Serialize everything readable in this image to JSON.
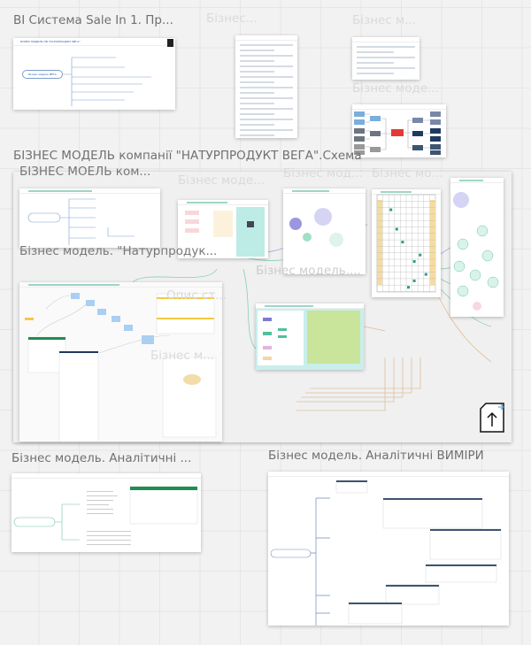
{
  "board": {
    "frames": [
      {
        "title": "BI Система Sale In 1. Пр...",
        "header": "БІЗНЕС МОДЕЛЬ НВ \"НАТУРПРОДУКТ ВЕГА\"",
        "node": "Бізнес модель ВЕГА"
      },
      {
        "title": "Бізнес..."
      },
      {
        "title": "Бізнес м..."
      },
      {
        "title": "Бізнес моде..."
      },
      {
        "title": "БІЗНЕС МОДЕЛЬ компанії \"НАТУРПРОДУКТ ВЕГА\".Схема"
      },
      {
        "title": "БІЗНЕС МОЕЛЬ ком..."
      },
      {
        "title": "Бізнес модель. \"Натурпродук..."
      },
      {
        "title": "Бізнес моде..."
      },
      {
        "title": "Бізнес мод..."
      },
      {
        "title": "Бізнес мо..."
      },
      {
        "title": "Бізнес модель...."
      },
      {
        "title": "Опис ст..."
      },
      {
        "title": "Бізнес м..."
      },
      {
        "title": "Бізнес модель. Аналітичні ..."
      },
      {
        "title": "Бізнес модель. Аналітичні ВИМІРИ"
      }
    ]
  },
  "icons": {
    "export": "export-upload-icon"
  },
  "colors": {
    "accent": "#2b9d7f",
    "navy": "#1f3a5f",
    "red": "#e53935",
    "green": "#1e8e4e"
  }
}
